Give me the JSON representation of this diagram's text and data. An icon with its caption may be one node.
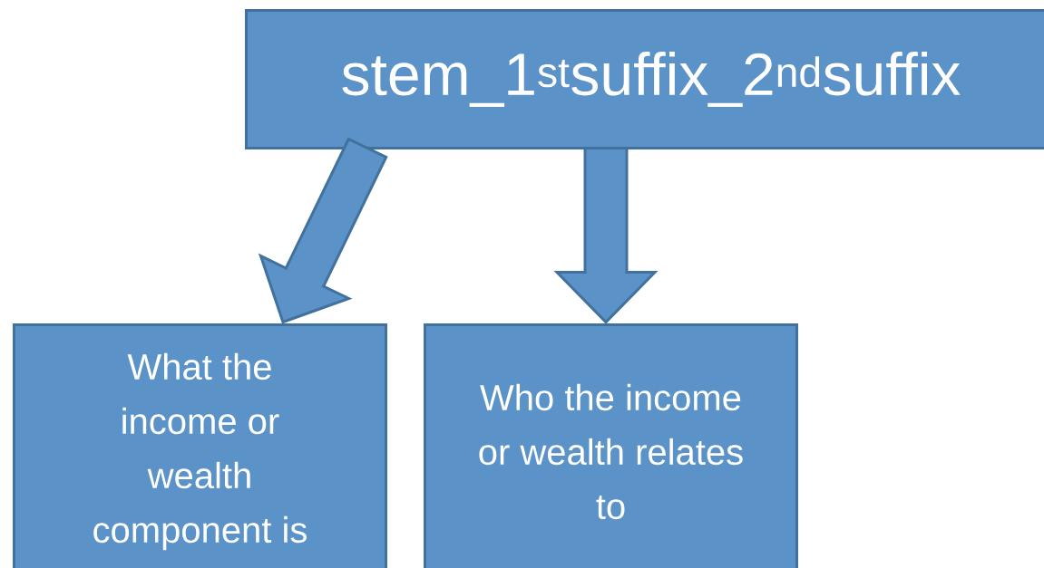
{
  "diagram": {
    "nodes": [
      {
        "text": [
          "stem_1$^{st}$suffix_2$^{nd}$suffix"
        ]
      },
      {
        "text": [
          "What the income or wealth component is"
        ]
      },
      {
        "text": [
          "Who the income or wealth relates to"
        ]
      }
    ],
    "edges": [
      {
        "from": 0,
        "to": 1,
        "arrow": "to"
      },
      {
        "from": 0,
        "to": 2,
        "arrow": "to"
      }
    ]
  }
}
